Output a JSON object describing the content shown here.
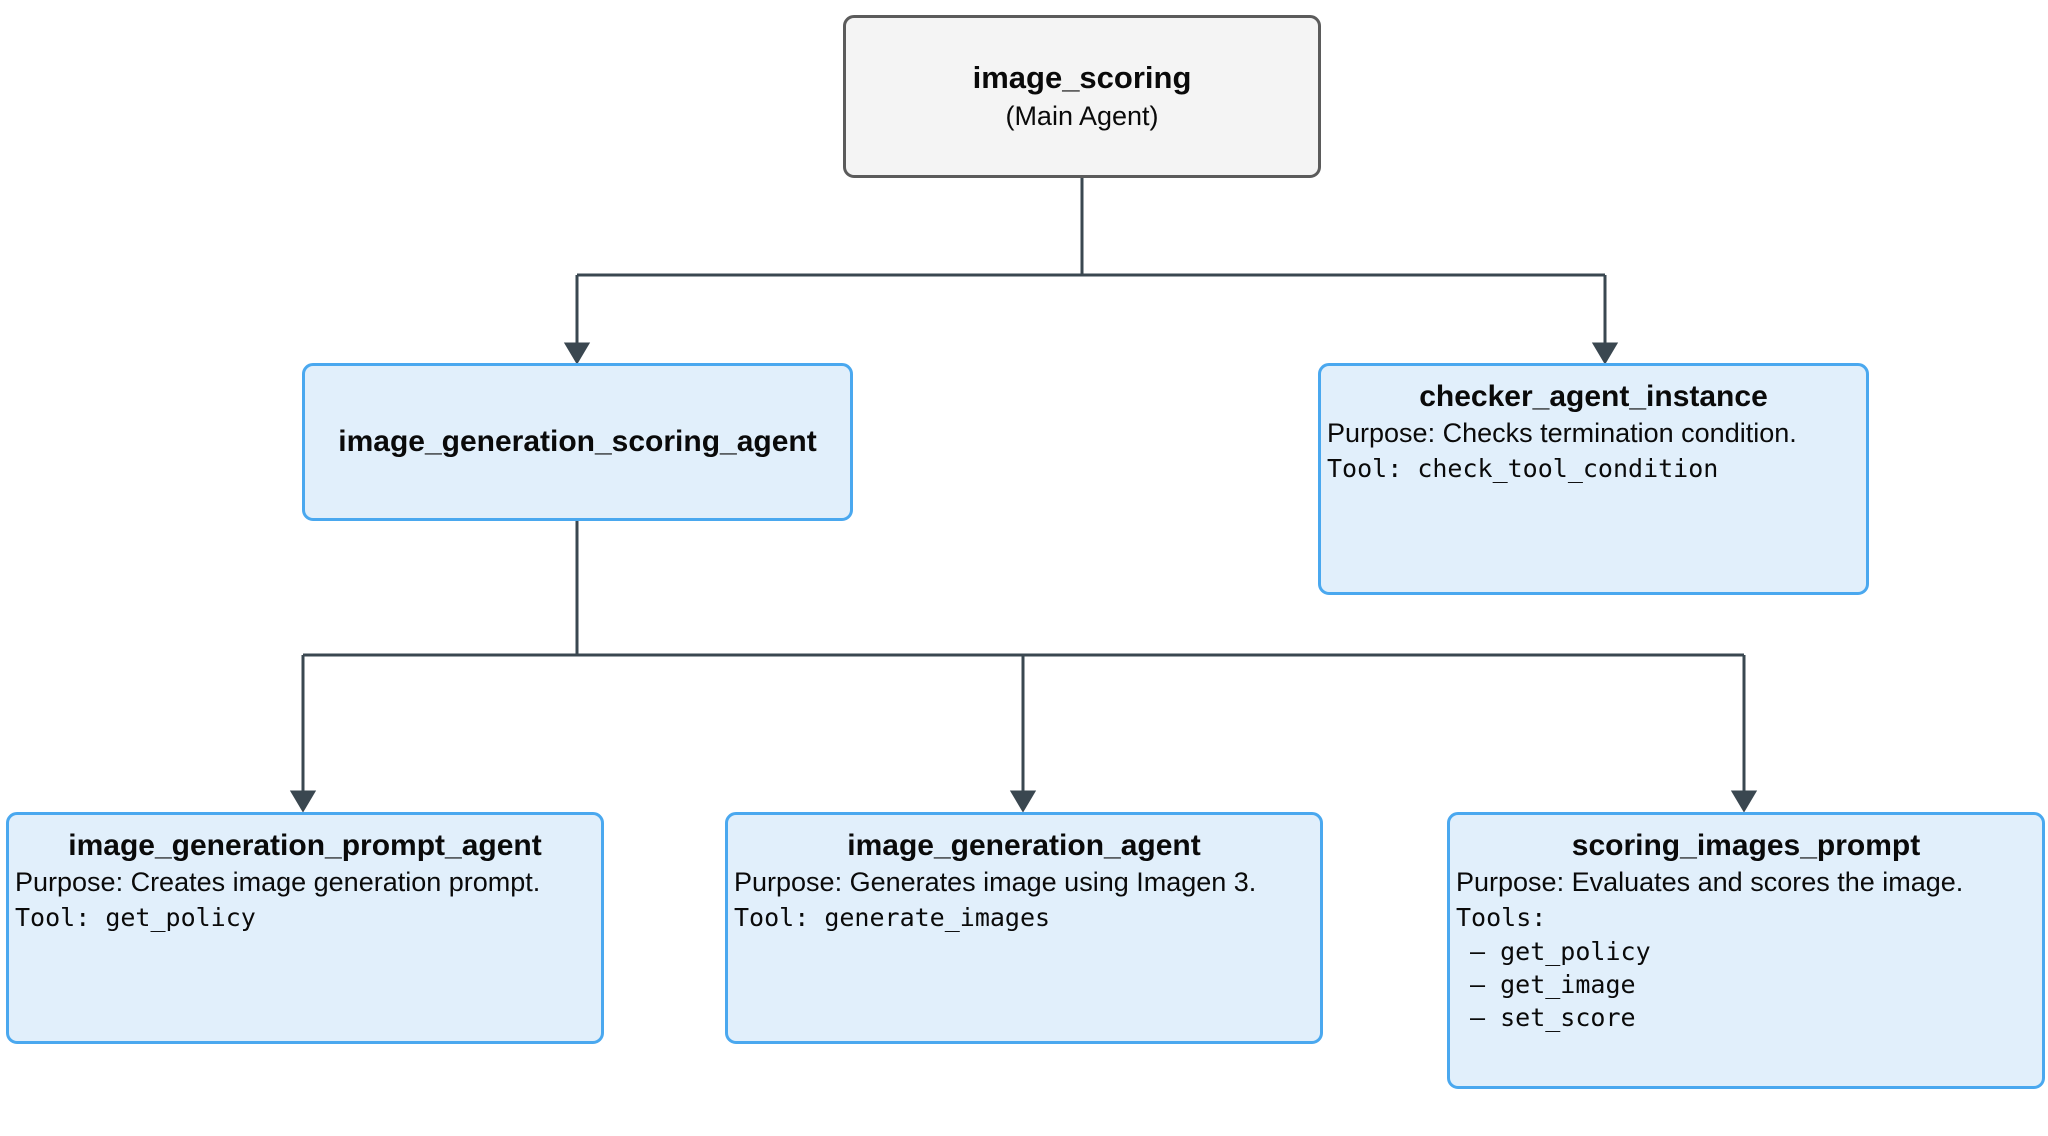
{
  "diagram": {
    "type": "agent-hierarchy-tree",
    "colors": {
      "root_fill": "#f4f4f4",
      "root_border": "#5b5b5b",
      "agent_fill": "#e1effb",
      "agent_border": "#4aa8ef",
      "edge": "#3a4750",
      "text": "#0a0a0a"
    },
    "nodes": {
      "root": {
        "title": "image_scoring",
        "subtitle": "(Main Agent)"
      },
      "scoring_agent": {
        "title": "image_generation_scoring_agent"
      },
      "checker": {
        "title": "checker_agent_instance",
        "purpose": "Purpose: Checks termination condition.",
        "tool_label": "Tool: ",
        "tool": "check_tool_condition"
      },
      "prompt_agent": {
        "title": "image_generation_prompt_agent",
        "purpose": "Purpose: Creates image generation prompt.",
        "tool_label": "Tool: ",
        "tool": "get_policy"
      },
      "generation_agent": {
        "title": "image_generation_agent",
        "purpose": "Purpose: Generates image using Imagen 3.",
        "tool_label": "Tool: ",
        "tool": "generate_images"
      },
      "scoring_prompt": {
        "title": "scoring_images_prompt",
        "purpose": "Purpose: Evaluates and scores the image.",
        "tools_label": "Tools:",
        "tools": [
          "– get_policy",
          "– get_image",
          "– set_score"
        ]
      }
    },
    "edges": [
      {
        "from": "root",
        "to": "scoring_agent"
      },
      {
        "from": "root",
        "to": "checker"
      },
      {
        "from": "scoring_agent",
        "to": "prompt_agent"
      },
      {
        "from": "scoring_agent",
        "to": "generation_agent"
      },
      {
        "from": "scoring_agent",
        "to": "scoring_prompt"
      }
    ]
  }
}
